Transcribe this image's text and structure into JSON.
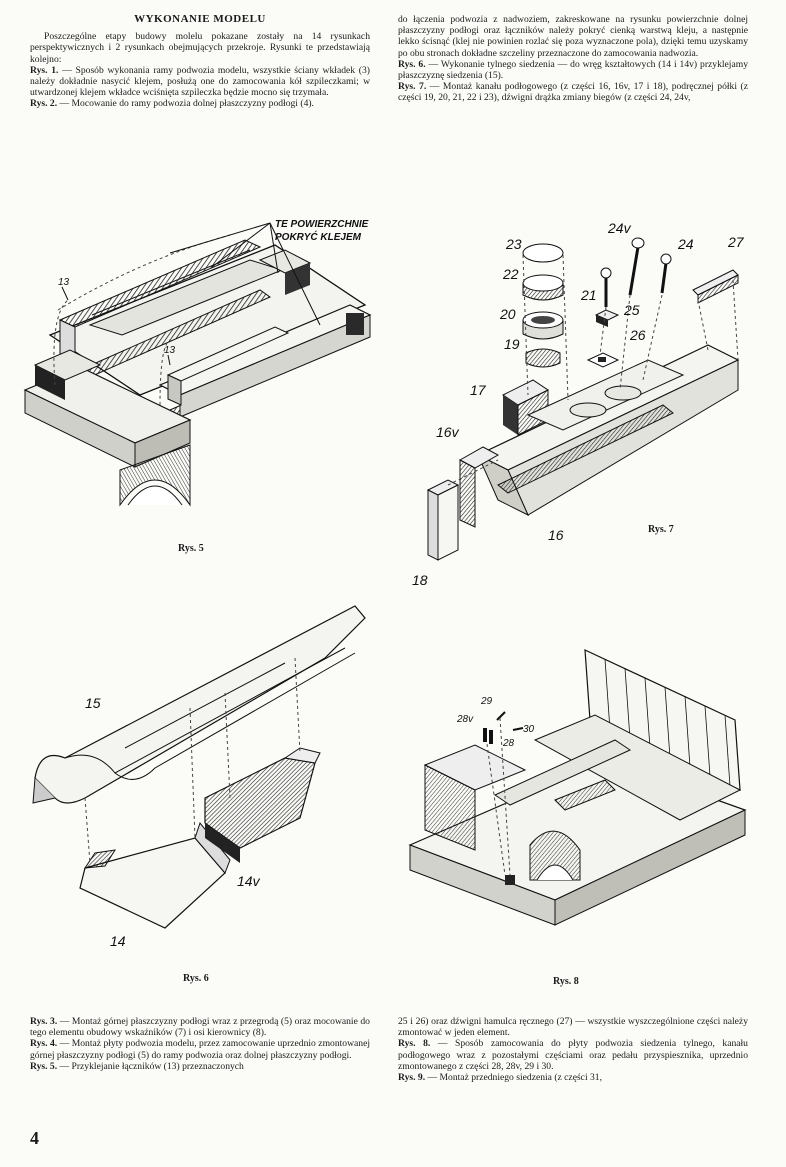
{
  "top_left": {
    "title": "WYKONANIE MODELU",
    "intro": "Poszczególne etapy budowy molelu pokazane zostały na 14 rysunkach perspektywicznych i 2 rysunkach obejmujących przekroje. Rysunki te przedstawiają kolejno:",
    "rys1_ref": "Rys. 1.",
    "rys1_text": " — Sposób wykonania ramy podwozia modelu, wszystkie ściany wkładek (3) należy dokładnie nasycić klejem, posłużą one do zamocowania kół szpileczkami; w utwardzonej klejem wkładce wciśnięta szpileczka będzie mocno się trzymała.",
    "rys2_ref": "Rys. 2.",
    "rys2_text": " — Mocowanie do ramy podwozia dolnej płaszczyzny podłogi (4)."
  },
  "top_right": {
    "p1": "do łączenia podwozia z nadwoziem, zakreskowane na rysunku powierzchnie dolnej płaszczyzny podłogi oraz łączników należy pokryć cienką warstwą kleju, a następnie lekko ścisnąć (klej nie powinien rozlać się poza wyznaczone pola), dzięki temu uzyskamy po obu stronach dokładne szczeliny przeznaczone do zamocowania nadwozia.",
    "rys6_ref": "Rys. 6.",
    "rys6_text": " — Wykonanie tylnego siedzenia — do wręg kształtowych (14 i 14v) przyklejamy płaszczyznę siedzenia (15).",
    "rys7_ref": "Rys. 7.",
    "rys7_text": " — Montaż kanału podłogowego (z części 16, 16v, 17 i 18), podręcznej półki (z części 19, 20, 21, 22 i 23), dźwigni drążka zmiany biegów (z części 24, 24v,"
  },
  "bottom_left": {
    "rys3_ref": "Rys. 3.",
    "rys3_text": " — Montaż górnej płaszczyzny podłogi wraz z przegrodą (5) oraz mocowanie do tego elementu obudowy wskaźników (7) i osi kierownicy (8).",
    "rys4_ref": "Rys. 4.",
    "rys4_text": " — Montaż płyty podwozia modelu, przez zamocowanie uprzednio zmontowanej górnej płaszczyzny podłogi (5) do ramy podwozia oraz dolnej płaszczyzny podłogi.",
    "rys5_ref": "Rys. 5.",
    "rys5_text": " — Przyklejanie łączników (13) przeznaczonych"
  },
  "bottom_right": {
    "p1": "25 i 26) oraz dźwigni hamulca ręcznego (27) — wszystkie wyszczególnione części należy zmontować w jeden element.",
    "rys8_ref": "Rys. 8.",
    "rys8_text": " — Sposób zamocowania do płyty podwozia siedzenia tylnego, kanału podłogowego wraz z pozostałymi częściami oraz pedału przyspiesznika, uprzednio zmontowanego z części 28, 28v, 29 i 30.",
    "rys9_ref": "Rys. 9.",
    "rys9_text": " — Montaż przedniego siedzenia (z części 31,"
  },
  "figures": {
    "fig5": {
      "caption": "Rys. 5",
      "note_line1": "TE POWIERZCHNIE",
      "note_line2": "POKRYĆ KLEJEM",
      "labels": [
        "13",
        "13"
      ]
    },
    "fig7": {
      "caption": "Rys. 7",
      "labels": [
        "23",
        "24v",
        "24",
        "27",
        "22",
        "21",
        "25",
        "20",
        "26",
        "19",
        "17",
        "16v",
        "16",
        "18"
      ]
    },
    "fig6": {
      "caption": "Rys. 6",
      "labels": [
        "15",
        "14v",
        "14"
      ]
    },
    "fig8": {
      "caption": "Rys. 8",
      "labels": [
        "29",
        "28v",
        "30",
        "28"
      ]
    }
  },
  "page_number": "4"
}
